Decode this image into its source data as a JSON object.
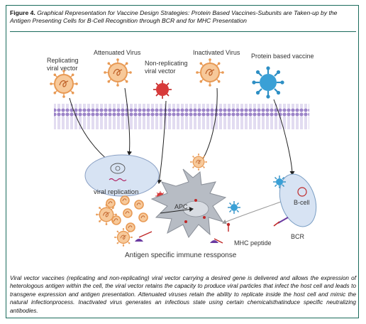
{
  "caption": {
    "figure_label": "Figure 4.",
    "title": "Graphical Representation for Vaccine Design Strategies: Protein Based Vaccines-Subunits are Taken-up by the Antigen Presenting Cells for B-Cell Recognition through BCR and for MHC Presentation"
  },
  "diagram": {
    "replicating_line1": "Replicating",
    "replicating_line2": "viral vector",
    "attenuated": "Attenuated Virus",
    "nonrep_line1": "Non-replicating",
    "nonrep_line2": "viral vector",
    "inactivated": "Inactivated Virus",
    "protein": "Protein based vaccine",
    "viral_replication": "viral replication",
    "apc": "APC",
    "bcell": "B-cell",
    "bcr": "BCR",
    "mhc": "MHC peptide",
    "immune": "Antigen specific immune ressponse"
  },
  "description": "Viral vector vaccines (replicating and non-replicating) viral vector carrying a desired gene is delivered and allows the expression of heterologous antigen within the cell, the viral vector retains the capacity to produce viral particles that infect the host cell and leads to transgene expression and antigen presentation. Attenuated viruses retain the ability to replicate inside the host cell and mimic the natural infectionprocess. Inactivated virus generates an infectious state using certain chemicalsthatinduce specific neutralizing antibodies.",
  "colors": {
    "frame": "#1a6b5c",
    "membrane": "#a98fd0",
    "virus_orange": "#f0a868",
    "virus_red": "#d83a3a",
    "protein_blue": "#2e8fc4",
    "cell_fill": "#d7e3f3",
    "apc_fill": "#b7bcc4"
  }
}
